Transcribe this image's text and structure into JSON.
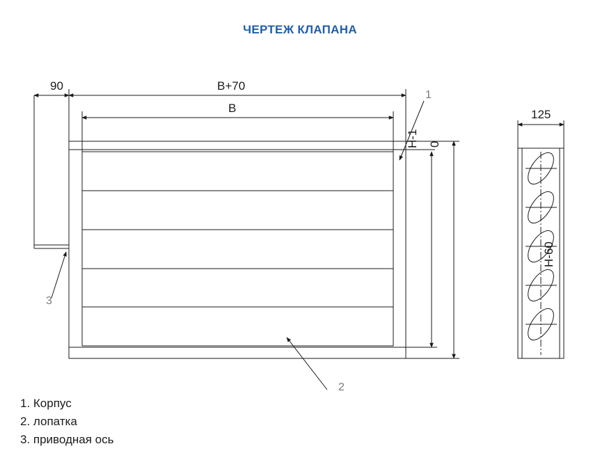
{
  "title": "ЧЕРТЕЖ КЛАПАНА",
  "colors": {
    "title": "#1f5ea8",
    "line": "#1a1a1a",
    "callout": "#7a7a7a"
  },
  "dimensions": {
    "left_offset": "90",
    "outer_width": "B+70",
    "inner_width": "B",
    "depth": "125",
    "height_h": "H-60",
    "top_offset": "0",
    "small_offset": "H-1"
  },
  "callouts": [
    "1",
    "2",
    "3"
  ],
  "legend": [
    "1. Корпус",
    "2. лопатка",
    "3. приводная ось"
  ]
}
